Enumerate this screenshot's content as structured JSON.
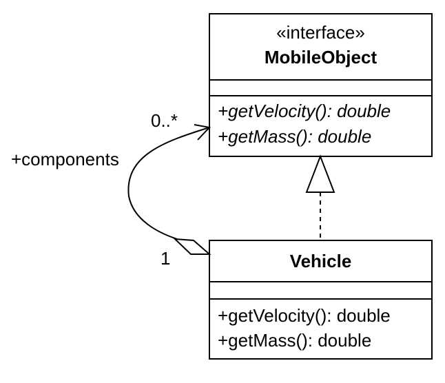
{
  "diagram": {
    "type": "uml-class-diagram",
    "interface": {
      "stereotype": "«interface»",
      "name": "MobileObject",
      "attributes": [],
      "operations": [
        "+getVelocity(): double",
        "+getMass(): double"
      ],
      "operations_italic": true
    },
    "class": {
      "name": "Vehicle",
      "attributes": [],
      "operations": [
        "+getVelocity(): double",
        "+getMass(): double"
      ]
    },
    "relationships": {
      "realization": {
        "from": "Vehicle",
        "to": "MobileObject",
        "style": "dashed line with hollow triangle"
      },
      "aggregation": {
        "from": "Vehicle",
        "to": "MobileObject",
        "role": "+components",
        "target_multiplicity": "0..*",
        "source_multiplicity": "1",
        "style": "hollow diamond at Vehicle, open arrow at MobileObject"
      }
    },
    "colors": {
      "stroke": "#000000",
      "fill": "#ffffff",
      "text": "#000000"
    }
  }
}
